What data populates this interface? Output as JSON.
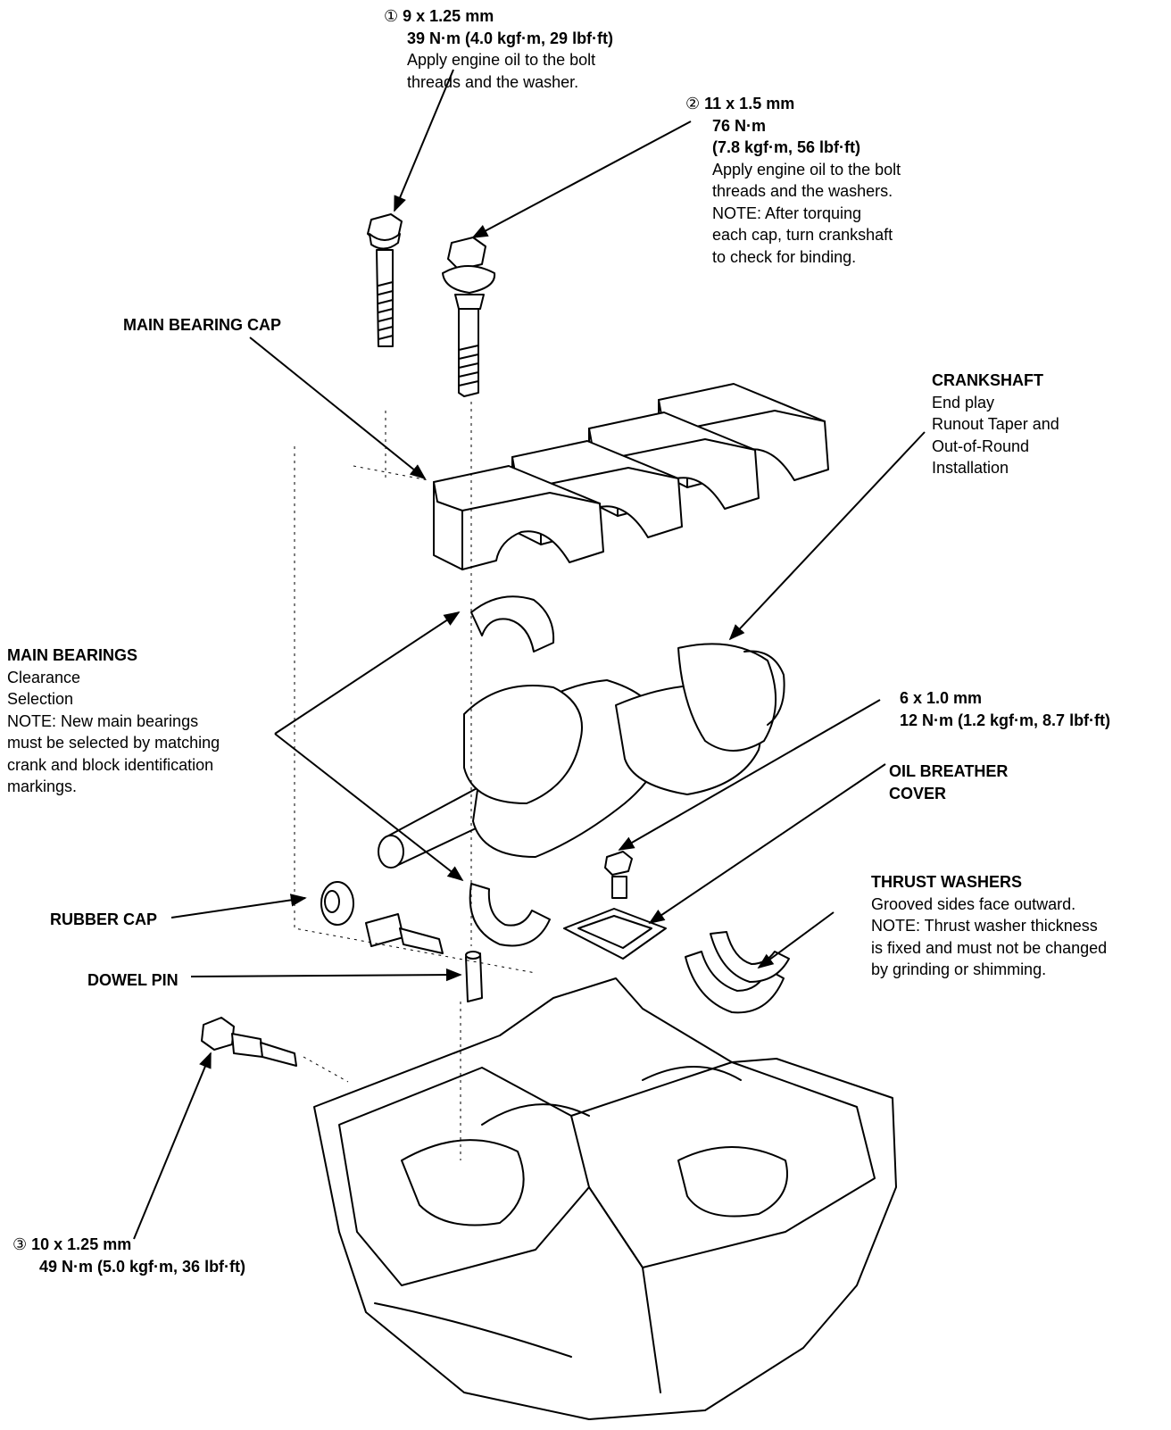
{
  "callouts": {
    "bolt1": {
      "num": "①",
      "spec": "9 x 1.25 mm",
      "torque": "39 N·m (4.0 kgf·m, 29 lbf·ft)",
      "note1": "Apply engine oil to the bolt",
      "note2": "threads and the washer."
    },
    "bolt2": {
      "num": "②",
      "spec": "11 x 1.5 mm",
      "torque1": "76 N·m",
      "torque2": "(7.8 kgf·m, 56 lbf·ft)",
      "lines": [
        "Apply engine oil to the bolt",
        "threads and the washers.",
        "NOTE:  After torquing",
        "each cap, turn crankshaft",
        "to check for binding."
      ]
    },
    "main_bearing_cap": {
      "title": "MAIN BEARING CAP"
    },
    "crankshaft": {
      "title": "CRANKSHAFT",
      "lines": [
        "End play",
        "Runout  Taper and",
        "Out-of-Round",
        "Installation"
      ]
    },
    "main_bearings": {
      "title": "MAIN BEARINGS",
      "lines": [
        "Clearance",
        "Selection",
        "NOTE:  New main bearings",
        "must be selected by matching",
        "crank and block identification",
        "markings."
      ]
    },
    "breather_bolt": {
      "spec": "6 x 1.0 mm",
      "torque": "12 N·m (1.2 kgf·m, 8.7 lbf·ft)"
    },
    "oil_breather_cover": {
      "title1": "OIL BREATHER",
      "title2": "COVER"
    },
    "thrust_washers": {
      "title": "THRUST WASHERS",
      "lines": [
        "Grooved sides face outward.",
        "NOTE:  Thrust washer thickness",
        "is fixed and must not be changed",
        "by grinding or shimming."
      ]
    },
    "rubber_cap": {
      "title": "RUBBER CAP"
    },
    "dowel_pin": {
      "title": "DOWEL PIN"
    },
    "bolt3": {
      "num": "③",
      "spec": "10 x 1.25 mm",
      "torque": "49 N·m (5.0 kgf·m, 36 lbf·ft)"
    }
  }
}
